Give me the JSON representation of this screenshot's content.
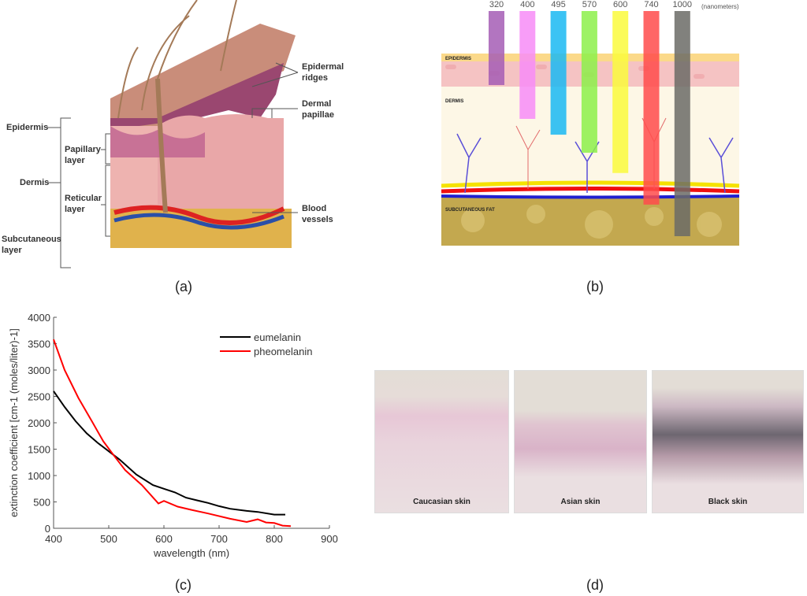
{
  "panel_a": {
    "caption": "(a)",
    "labels": {
      "epidermis": "Epidermis",
      "dermis": "Dermis",
      "subcutaneous": "Subcutaneous layer",
      "papillary": "Papillary layer",
      "reticular": "Reticular layer",
      "epidermal_ridges": "Epidermal ridges",
      "dermal_papillae": "Dermal papillae",
      "blood_vessels": "Blood vessels"
    }
  },
  "panel_b": {
    "caption": "(b)",
    "unit": "(nanometers)",
    "layers": {
      "epidermis": "EPIDERMIS",
      "dermis": "DERMIS",
      "fat": "SUBCUTANEOUS FAT"
    },
    "wavelengths": [
      {
        "nm": "320",
        "color": "#a55db5",
        "depth": 0.33
      },
      {
        "nm": "400",
        "color": "#f78cf7",
        "depth": 0.48
      },
      {
        "nm": "495",
        "color": "#1ab8f2",
        "depth": 0.55
      },
      {
        "nm": "570",
        "color": "#8cf04a",
        "depth": 0.63
      },
      {
        "nm": "600",
        "color": "#fafa3c",
        "depth": 0.72
      },
      {
        "nm": "740",
        "color": "#ff4b4b",
        "depth": 0.86
      },
      {
        "nm": "1000",
        "color": "#6b6b66",
        "depth": 1.0
      }
    ]
  },
  "panel_c": {
    "caption": "(c)"
  },
  "panel_d": {
    "caption": "(d)",
    "images": [
      "Caucasian skin",
      "Asian skin",
      "Black skin"
    ]
  },
  "chart_data": {
    "type": "line",
    "title": "",
    "xlabel": "wavelength (nm)",
    "ylabel": "extinction coefficient [cm-1 (moles/liter)-1]",
    "xlim": [
      400,
      900
    ],
    "ylim": [
      0,
      4000
    ],
    "xticks": [
      400,
      500,
      600,
      700,
      800,
      900
    ],
    "yticks": [
      0,
      500,
      1000,
      1500,
      2000,
      2500,
      3000,
      3500,
      4000
    ],
    "legend": "top-right",
    "grid": false,
    "series": [
      {
        "name": "eumelanin",
        "color": "#000000",
        "x": [
          400,
          420,
          440,
          460,
          480,
          500,
          520,
          550,
          580,
          600,
          620,
          640,
          660,
          680,
          700,
          720,
          750,
          770,
          800,
          820
        ],
        "y": [
          2600,
          2300,
          2030,
          1800,
          1620,
          1460,
          1300,
          1020,
          820,
          750,
          680,
          580,
          530,
          480,
          420,
          370,
          330,
          310,
          260,
          260
        ]
      },
      {
        "name": "pheomelanin",
        "color": "#ff0000",
        "x": [
          400,
          420,
          445,
          470,
          490,
          510,
          530,
          560,
          590,
          600,
          625,
          650,
          680,
          720,
          750,
          770,
          785,
          800,
          815,
          830
        ],
        "y": [
          3580,
          3000,
          2470,
          2020,
          1650,
          1370,
          1100,
          820,
          470,
          520,
          410,
          350,
          280,
          180,
          120,
          170,
          110,
          100,
          50,
          40
        ]
      }
    ]
  }
}
